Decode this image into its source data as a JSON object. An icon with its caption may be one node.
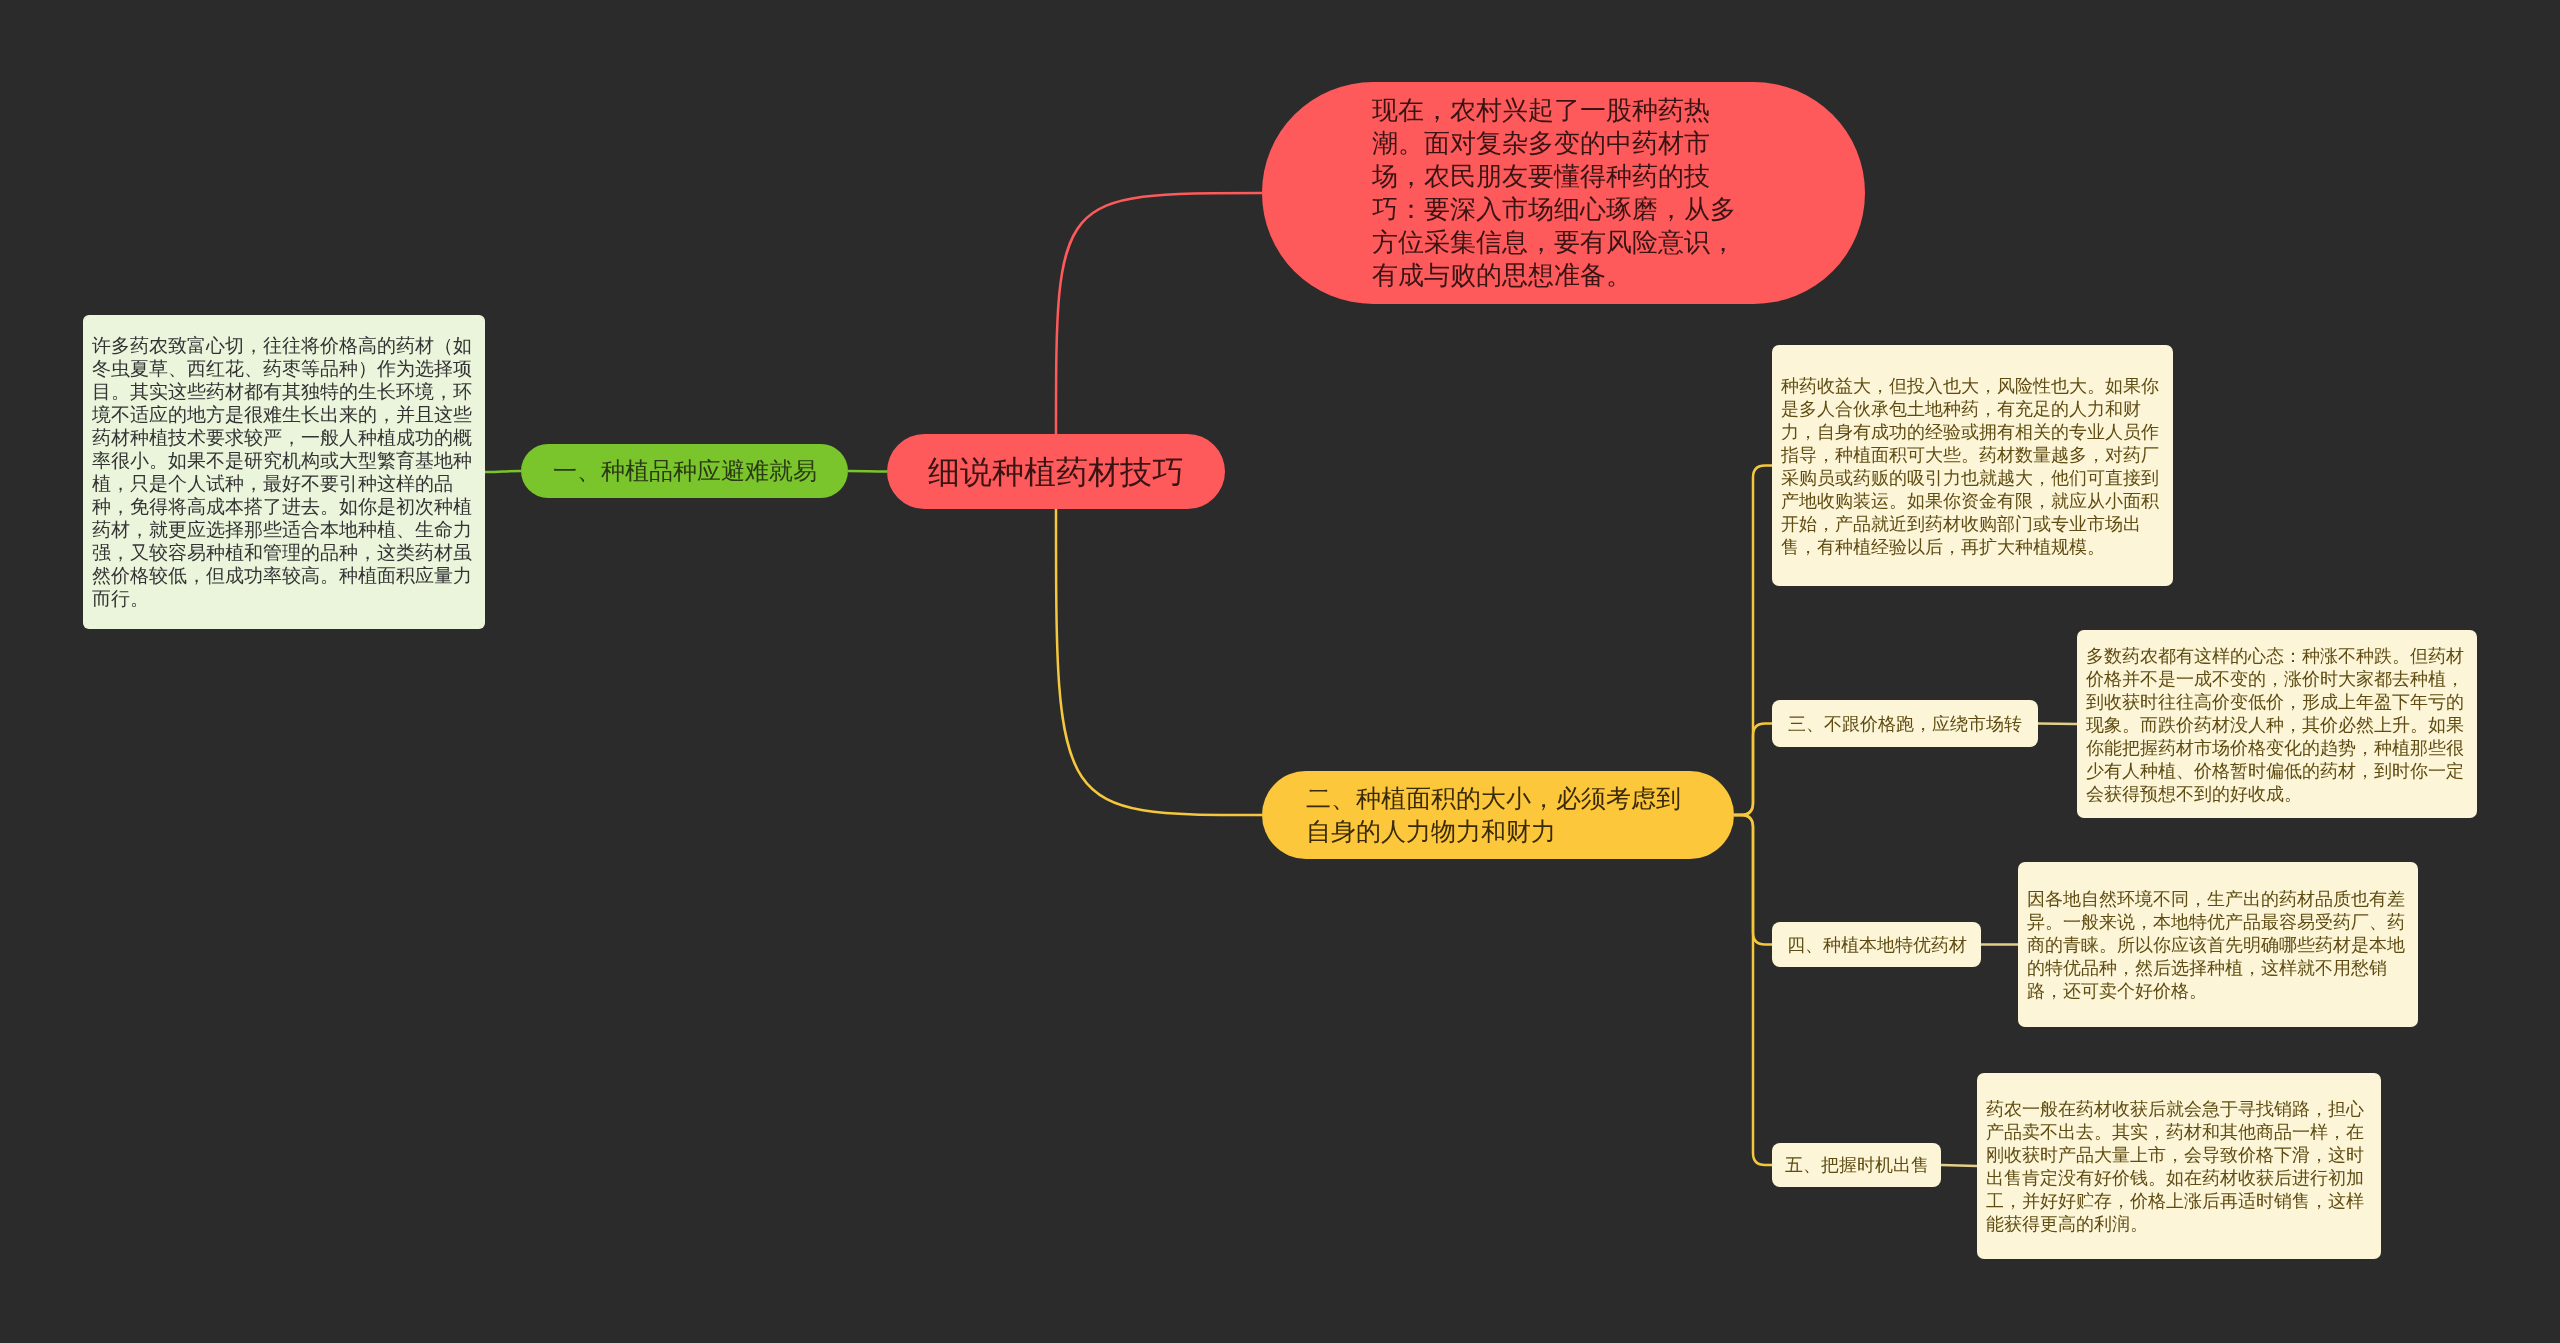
{
  "diagram": {
    "nodes": [
      {
        "text": [
          "细说种植药材技巧"
        ]
      },
      {
        "text": [
          "现在，农村兴起了一股种药热潮。面对复杂多变的中药材市场，农民朋友要懂得种药的技巧：要深入市场细心琢磨，从多方位采集信息，要有风险意识，有成与败的思想准备。"
        ]
      },
      {
        "text": [
          "一、种植品种应避难就易"
        ]
      },
      {
        "text": [
          "许多药农致富心切，往往将价格高的药材（如冬虫夏草、西红花、药枣等品种）作为选择项目。其实这些药材都有其独特的生长环境，环境不适应的地方是很难生长出来的，并且这些药材种植技术要求较严，一般人种植成功的概率很小。如果不是研究机构或大型繁育基地种植，只是个人试种，最好不要引种这样的品种，免得将高成本搭了进去。如你是初次种植药材，就更应选择那些适合本地种植、生命力强，又较容易种植和管理的品种，这类药材虽然价格较低，但成功率较高。种植面积应量力而行。"
        ]
      },
      {
        "text": [
          "二、种植面积的大小，必须考虑到自身的人力物力和财力"
        ]
      },
      {
        "text": [
          "种药收益大，但投入也大，风险性也大。如果你是多人合伙承包土地种药，有充足的人力和财力，自身有成功的经验或拥有相关的专业人员作指导，种植面积可大些。药材数量越多，对药厂采购员或药贩的吸引力也就越大，他们可直接到产地收购装运。如果你资金有限，就应从小面积开始，产品就近到药材收购部门或专业市场出售，有种植经验以后，再扩大种植规模。"
        ]
      },
      {
        "text": [
          "三、不跟价格跑，应绕市场转"
        ]
      },
      {
        "text": [
          "多数药农都有这样的心态：种涨不种跌。但药材价格并不是一成不变的，涨价时大家都去种植，到收获时往往高价变低价，形成上年盈下年亏的现象。而跌价药材没人种，其价必然上升。如果你能把握药材市场价格变化的趋势，种植那些很少有人种植、价格暂时偏低的药材，到时你一定会获得预想不到的好收成。"
        ]
      },
      {
        "text": [
          "四、种植本地特优药材"
        ]
      },
      {
        "text": [
          "因各地自然环境不同，生产出的药材品质也有差异。一般来说，本地特优产品最容易受药厂、药商的青睐。所以你应该首先明确哪些药材是本地的特优品种，然后选择种植，这样就不用愁销路，还可卖个好价格。"
        ]
      },
      {
        "text": [
          "五、把握时机出售"
        ]
      },
      {
        "text": [
          "药农一般在药材收获后就会急于寻找销路，担心产品卖不出去。其实，药材和其他商品一样，在刚收获时产品大量上市，会导致价格下滑，这时出售肯定没有好价钱。如在药材收获后进行初加工，并好好贮存，价格上涨后再适时销售，这样能获得更高的利润。"
        ]
      }
    ],
    "edges": [
      {
        "from": 0,
        "to": 1,
        "arrow": "none",
        "color": "#fe5a5b"
      },
      {
        "from": 0,
        "to": 2,
        "arrow": "none",
        "color": "#7ac52b"
      },
      {
        "from": 2,
        "to": 3,
        "arrow": "none",
        "color": "#7ac52b"
      },
      {
        "from": 0,
        "to": 4,
        "arrow": "none"
      },
      {
        "from": 4,
        "to": 5,
        "arrow": "none"
      },
      {
        "from": 4,
        "to": 6,
        "arrow": "none"
      },
      {
        "from": 6,
        "to": 7,
        "arrow": "none",
        "color": "#e3cf8a"
      },
      {
        "from": 4,
        "to": 8,
        "arrow": "none"
      },
      {
        "from": 8,
        "to": 9,
        "arrow": "none",
        "color": "#e3cf8a"
      },
      {
        "from": 4,
        "to": 10,
        "arrow": "none"
      },
      {
        "from": 10,
        "to": 11,
        "arrow": "none",
        "color": "#e3cf8a"
      }
    ]
  }
}
